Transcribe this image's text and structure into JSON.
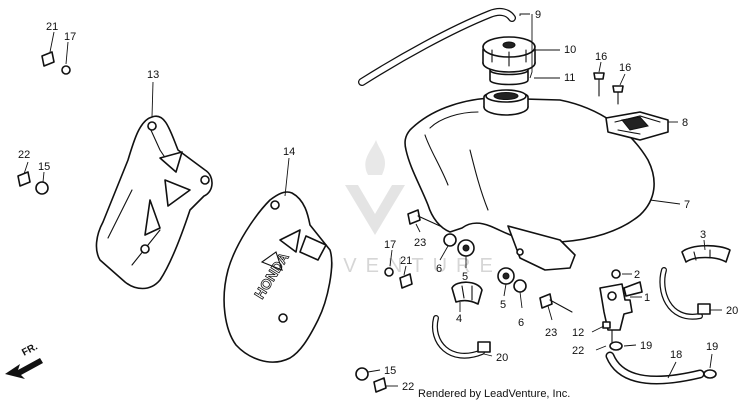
{
  "diagram": {
    "callouts": {
      "c1": "1",
      "c2": "2",
      "c3": "3",
      "c4": "4",
      "c5a": "5",
      "c5b": "5",
      "c6a": "6",
      "c6b": "6",
      "c7": "7",
      "c8": "8",
      "c9": "9",
      "c10": "10",
      "c11": "11",
      "c12": "12",
      "c13": "13",
      "c14": "14",
      "c15a": "15",
      "c15b": "15",
      "c16a": "16",
      "c16b": "16",
      "c17a": "17",
      "c17b": "17",
      "c18": "18",
      "c19a": "19",
      "c19b": "19",
      "c20a": "20",
      "c20b": "20",
      "c21a": "21",
      "c21b": "21",
      "c22a": "22",
      "c22b": "22",
      "c23a": "23",
      "c23b": "23"
    },
    "fr_label": "FR.",
    "shroud_logo": "HONDA",
    "watermark": "LEADVENTURE",
    "credit": "Rendered by LeadVenture, Inc."
  }
}
